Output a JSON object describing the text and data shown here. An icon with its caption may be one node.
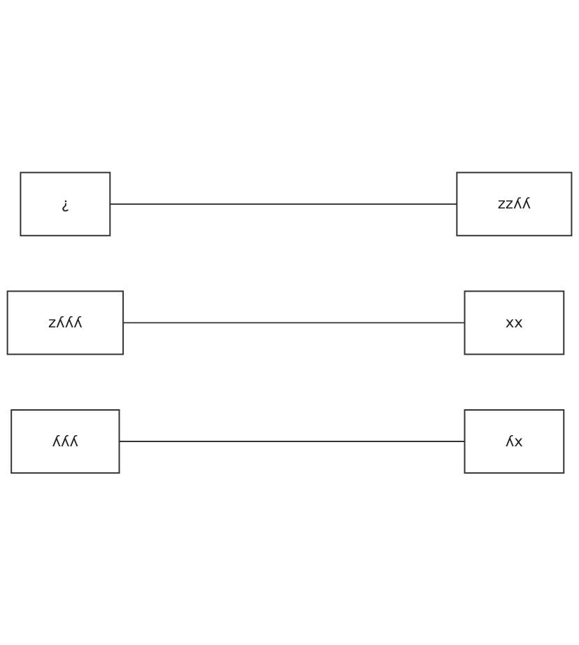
{
  "diagram": {
    "nodes": [
      {
        "text": [
          "¿"
        ]
      },
      {
        "text": [
          "zzʎʎ"
        ]
      },
      {
        "text": [
          "zʎʎʎ"
        ]
      },
      {
        "text": [
          "xx"
        ]
      },
      {
        "text": [
          "ʎʎʎ"
        ]
      },
      {
        "text": [
          "ʎx"
        ]
      }
    ],
    "edges": [
      {
        "from": 0,
        "to": 1,
        "arrow": "none"
      },
      {
        "from": 2,
        "to": 3,
        "arrow": "none"
      },
      {
        "from": 4,
        "to": 5,
        "arrow": "none"
      }
    ]
  }
}
